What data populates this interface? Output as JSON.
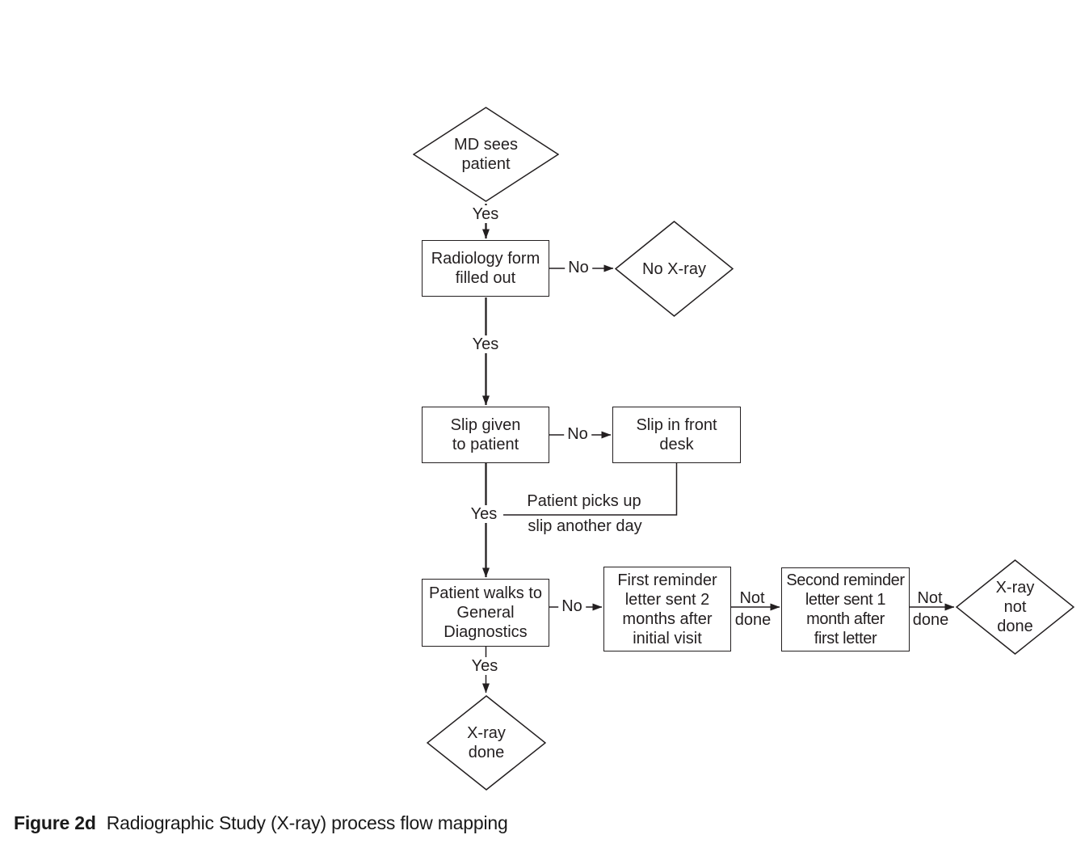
{
  "figure": {
    "caption_label": "Figure 2d",
    "caption_text": "Radiographic Study (X-ray) process flow mapping"
  },
  "colors": {
    "ink": "#231f20",
    "background": "#ffffff"
  },
  "nodes": {
    "md_sees_patient": {
      "type": "decision-diamond",
      "label": "MD sees\npatient"
    },
    "radiology_form": {
      "type": "process-rect",
      "label": "Radiology form\nfilled out"
    },
    "no_xray": {
      "type": "terminal-diamond",
      "label": "No X-ray"
    },
    "slip_given": {
      "type": "process-rect",
      "label": "Slip given\nto patient"
    },
    "slip_front_desk": {
      "type": "process-rect",
      "label": "Slip in front\ndesk"
    },
    "patient_walks": {
      "type": "process-rect",
      "label": "Patient walks to\nGeneral\nDiagnostics"
    },
    "first_reminder": {
      "type": "process-rect",
      "label": "First reminder\nletter sent 2\nmonths after\ninitial visit"
    },
    "second_reminder": {
      "type": "process-rect",
      "label": "Second reminder\nletter sent 1\nmonth after\nfirst letter"
    },
    "xray_not_done": {
      "type": "terminal-diamond",
      "label": "X-ray\nnot\ndone"
    },
    "xray_done": {
      "type": "terminal-diamond",
      "label": "X-ray\ndone"
    }
  },
  "edge_labels": {
    "md_yes": "Yes",
    "form_no": "No",
    "form_yes": "Yes",
    "slip_no": "No",
    "slip_yes": "Yes",
    "pickup_line1": "Patient picks up",
    "pickup_line2": "slip another day",
    "walk_no": "No",
    "first_not": "Not",
    "first_done": "done",
    "second_not": "Not",
    "second_done": "done",
    "walk_yes": "Yes"
  }
}
